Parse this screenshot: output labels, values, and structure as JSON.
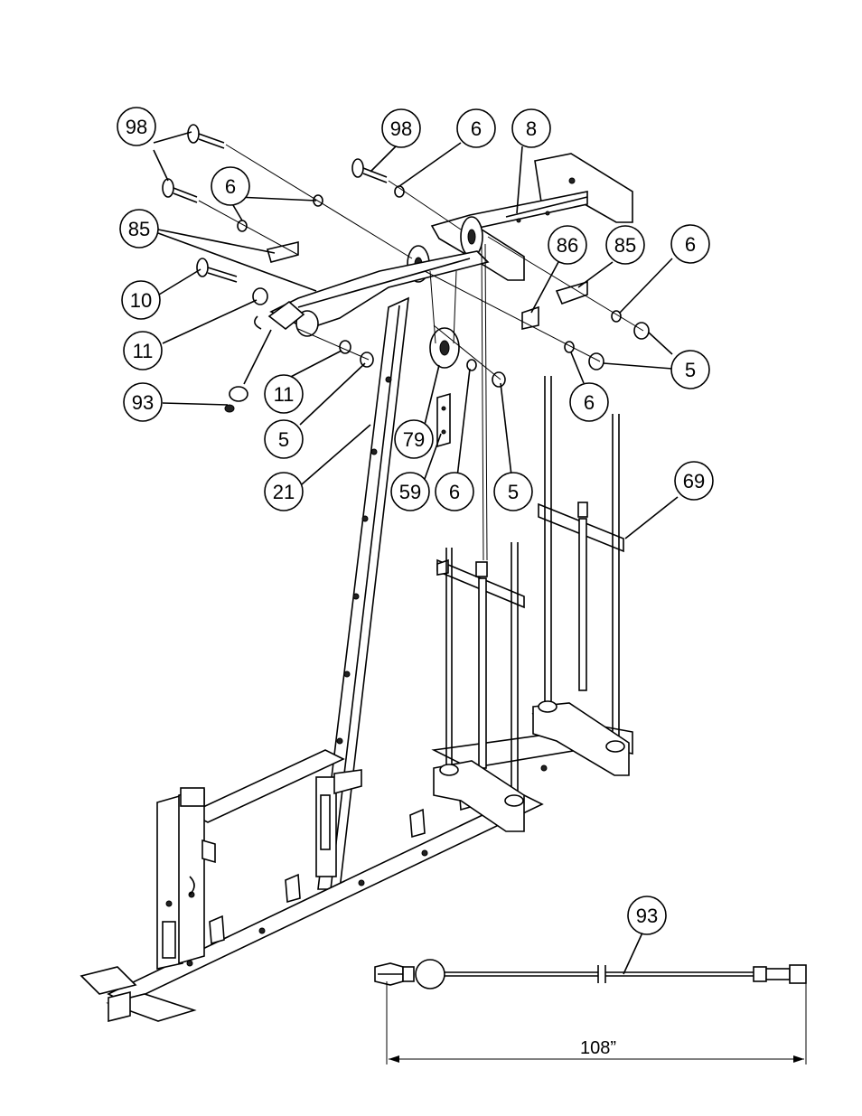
{
  "callouts": {
    "c98a": "98",
    "c98b": "98",
    "c6a": "6",
    "c8": "8",
    "c6b": "6",
    "c85a": "85",
    "c86": "86",
    "c85b": "85",
    "c6c": "6",
    "c10": "10",
    "c11a": "11",
    "c11b": "11",
    "c5a": "5",
    "c93a": "93",
    "c5b": "5",
    "c6d": "6",
    "c79": "79",
    "c21": "21",
    "c59": "59",
    "c6e": "6",
    "c5c": "5",
    "c69": "69",
    "c93b": "93"
  },
  "dimension": {
    "length": "108”"
  }
}
